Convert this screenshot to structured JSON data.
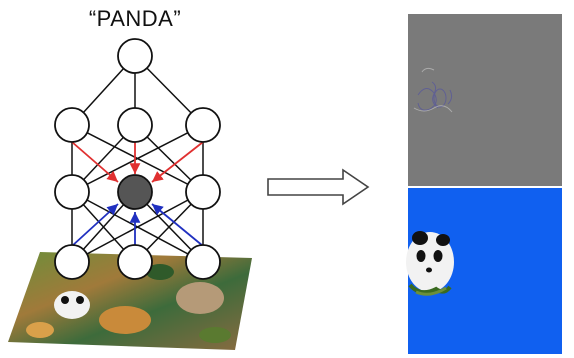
{
  "diagram": {
    "output_label": "“PANDA”",
    "network": {
      "layers": [
        1,
        3,
        3,
        3
      ],
      "highlighted_node": "layer-2-middle"
    },
    "colors": {
      "background": "#ffffff",
      "node_fill": "#ffffff",
      "node_stroke": "#111111",
      "highlight_fill": "#555555",
      "edge": "#111111",
      "top_down_arrows": "#e03030",
      "bottom_up_arrows": "#2030c0",
      "transform_arrow": "#444444",
      "panel_gray": "#7a7a7a",
      "panel_blue": "#1060f0"
    },
    "input_image": "animal-collage-photo",
    "output_panels": [
      "gradient-saliency-map",
      "segmented-panda-on-blue"
    ]
  }
}
